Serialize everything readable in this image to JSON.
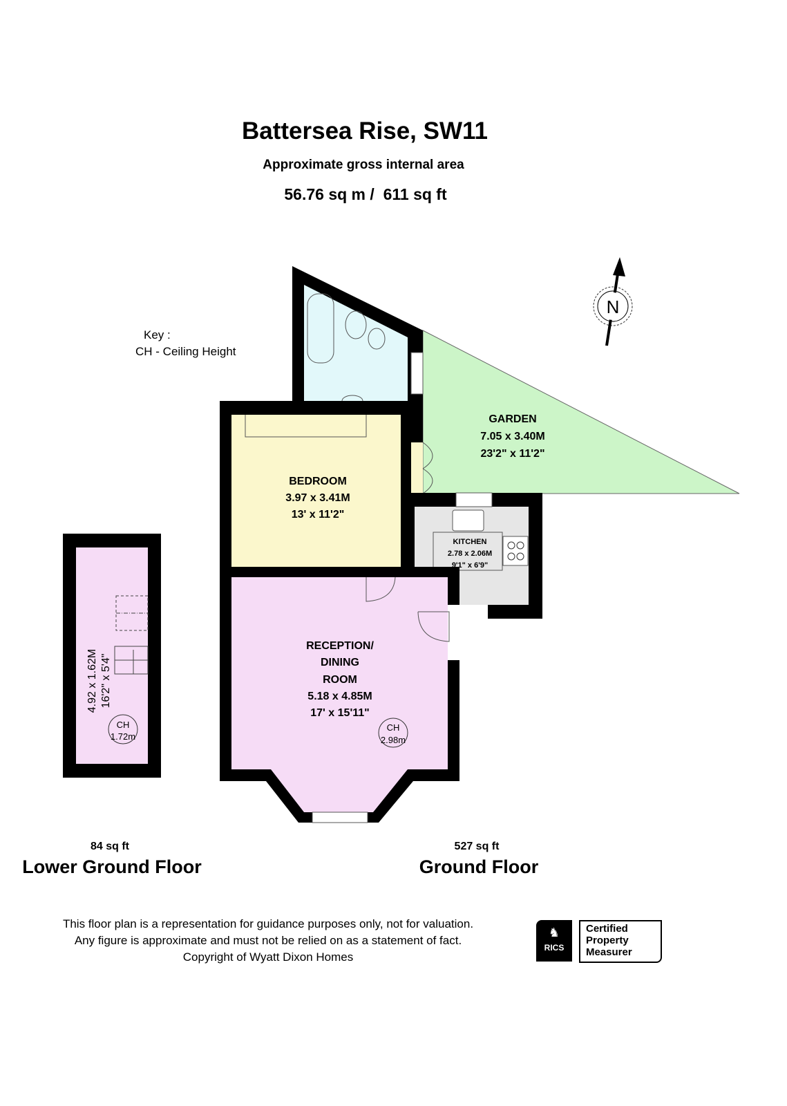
{
  "header": {
    "title": "Battersea Rise, SW11",
    "subtitle": "Approximate gross internal area",
    "total_area": "56.76 sq m /  611 sq ft"
  },
  "key": {
    "title": "Key :",
    "entry": "CH - Ceiling Height"
  },
  "compass": {
    "label": "N"
  },
  "rooms": {
    "garden": {
      "name": "GARDEN",
      "metric": "7.05 x 3.40M",
      "imperial": "23'2\" x 11'2\""
    },
    "bedroom": {
      "name": "BEDROOM",
      "metric": "3.97 x 3.41M",
      "imperial": "13' x 11'2\""
    },
    "kitchen": {
      "name": "KITCHEN",
      "metric": "2.78 x 2.06M",
      "imperial": "9'1\" x 6'9\""
    },
    "reception": {
      "name1": "RECEPTION/",
      "name2": "DINING",
      "name3": "ROOM",
      "metric": "5.18 x 4.85M",
      "imperial": "17' x 15'11\"",
      "ch_label": "CH",
      "ch_value": "2.98m"
    },
    "lower": {
      "metric": "4.92 x 1.62M",
      "imperial": "16'2\" x 5'4\"",
      "ch_label": "CH",
      "ch_value": "1.72m"
    }
  },
  "floors": {
    "lower": {
      "area": "84 sq ft",
      "name": "Lower Ground Floor"
    },
    "ground": {
      "area": "527 sq ft",
      "name": "Ground Floor"
    }
  },
  "disclaimer": {
    "line1": "This floor plan is a representation for guidance purposes only, not for valuation.",
    "line2": "Any figure is approximate and must not be relied on as a statement of fact.",
    "line3": "Copyright of Wyatt Dixon Homes"
  },
  "badge": {
    "logo_text": "RICS",
    "line1": "Certified",
    "line2": "Property",
    "line3": "Measurer"
  },
  "colors": {
    "garden": "#ccf5c8",
    "bedroom": "#fbf7cc",
    "bathroom": "#e2f8fa",
    "kitchen": "#e6e6e6",
    "reception": "#f6dcf6",
    "wall": "#000000"
  }
}
